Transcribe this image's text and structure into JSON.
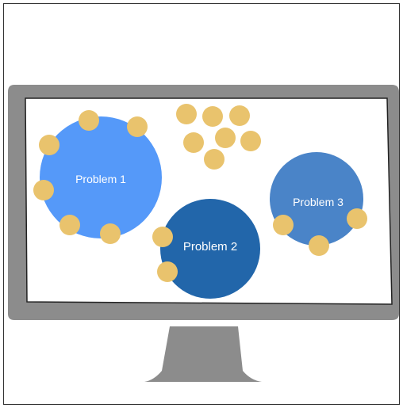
{
  "problems": [
    {
      "label": "Problem 1",
      "color": "#5599f9",
      "dot_count": 6
    },
    {
      "label": "Problem 2",
      "color": "#2266aa",
      "dot_count": 2
    },
    {
      "label": "Problem 3",
      "color": "#4a84c8",
      "dot_count": 3
    }
  ],
  "unassigned": {
    "dot_count": 7
  },
  "colors": {
    "monitor_frame": "#8c8c8c",
    "screen": "#ffffff",
    "dot": "#e9c36d",
    "border": "#333333"
  }
}
